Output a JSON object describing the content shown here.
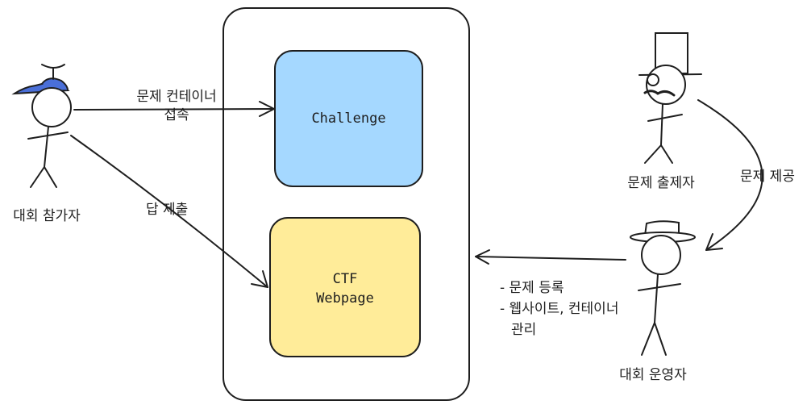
{
  "actors": {
    "participant": {
      "label": "대회 참가자",
      "icon": "propeller-hat-stick-figure-icon",
      "hat_color": "#4a6fd8"
    },
    "author": {
      "label": "문제 출제자",
      "icon": "top-hat-monocle-stick-figure-icon"
    },
    "operator": {
      "label": "대회 운영자",
      "icon": "flat-hat-stick-figure-icon"
    }
  },
  "boxes": {
    "challenge": {
      "label": "Challenge",
      "color": "#a5d8ff"
    },
    "webpage": {
      "line1": "CTF",
      "line2": "Webpage",
      "color": "#ffec99"
    }
  },
  "arrows": {
    "connect": {
      "line1": "문제 컨테이너",
      "line2": "접속"
    },
    "submit": {
      "label": "답 제출"
    },
    "provide": {
      "label": "문제 제공"
    },
    "manage": {
      "line1": "- 문제 등록",
      "line2": "- 웹사이트, 컨테이너",
      "line3": "관리"
    }
  }
}
